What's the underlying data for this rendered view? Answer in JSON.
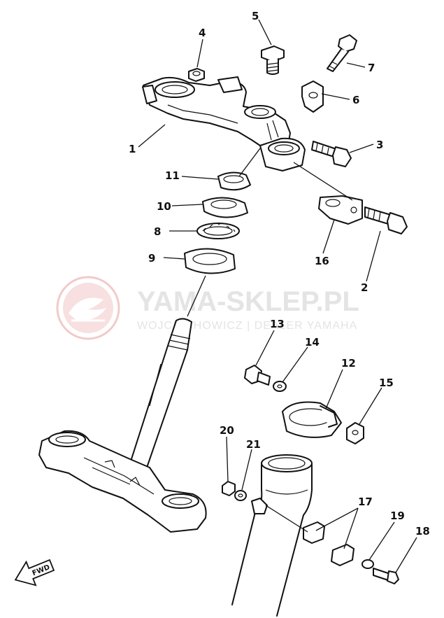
{
  "watermark": {
    "title": "YAMA-SKLEP.PL",
    "subtitle": "WOJCIECHOWICZ | DEALER YAMAHA",
    "color": "#e8a0a0"
  },
  "direction_marker": {
    "label": "FWD"
  },
  "callouts": [
    "1",
    "2",
    "3",
    "4",
    "5",
    "6",
    "7",
    "8",
    "9",
    "10",
    "11",
    "12",
    "13",
    "14",
    "15",
    "16",
    "17",
    "18",
    "19",
    "20",
    "21"
  ]
}
